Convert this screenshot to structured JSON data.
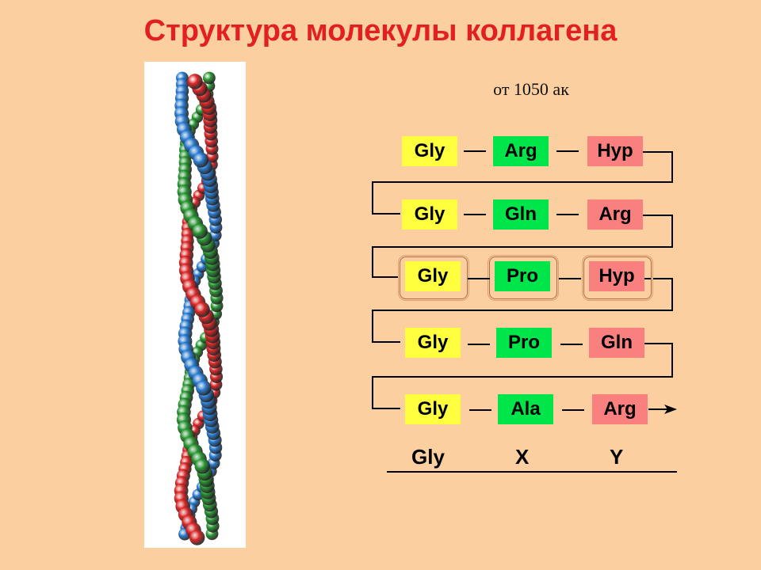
{
  "title": "Структура молекулы коллагена",
  "length_note": "от 1050 ак",
  "rows": [
    {
      "gly": "Gly",
      "x": "Arg",
      "y": "Hyp"
    },
    {
      "gly": "Gly",
      "x": "Gln",
      "y": "Arg"
    },
    {
      "gly": "Gly",
      "x": "Pro",
      "y": "Hyp"
    },
    {
      "gly": "Gly",
      "x": "Pro",
      "y": "Gln"
    },
    {
      "gly": "Gly",
      "x": "Ala",
      "y": "Arg"
    }
  ],
  "highlighted_row": 2,
  "legend": {
    "gly": "Gly",
    "x": "X",
    "y": "Y"
  },
  "colors": {
    "background": "#fbcf9f",
    "title": "#e32020",
    "gly_box": "#ffff40",
    "x_box": "#00e64a",
    "y_box": "#fa8080",
    "strand_1": "#e02828",
    "strand_2": "#2a9a34",
    "strand_3": "#2b7fd6"
  }
}
